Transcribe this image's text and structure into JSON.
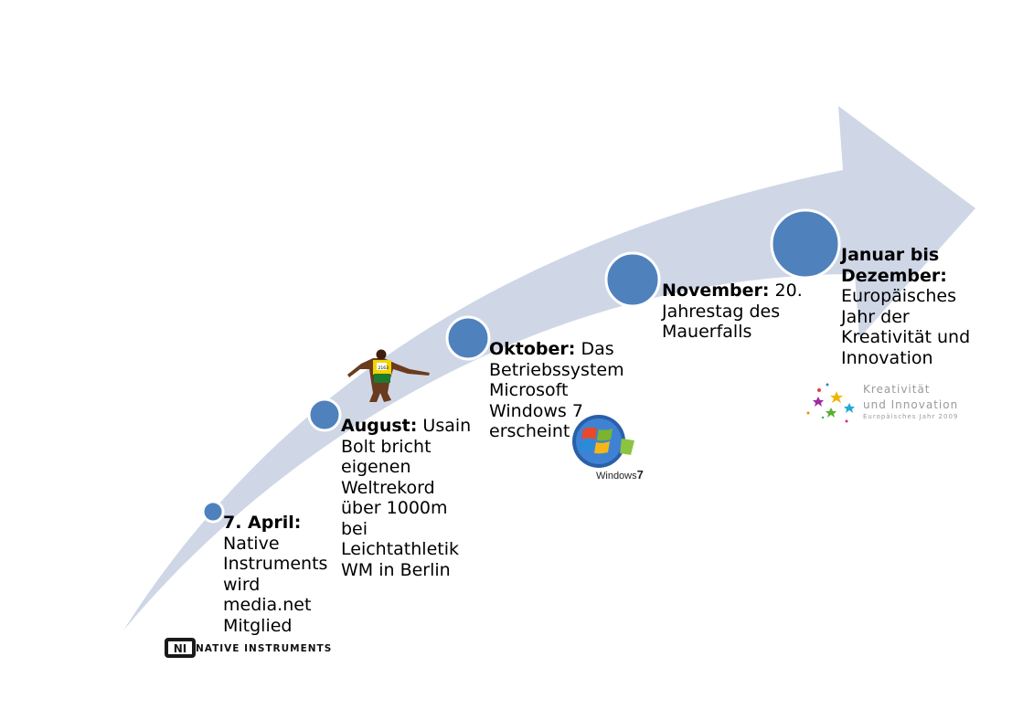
{
  "milestones": [
    {
      "head": "7. April:",
      "text": "Native Instruments wird media.net Mitglied"
    },
    {
      "head": "August:",
      "text": "Usain Bolt bricht eigenen Weltrekord über 1000m bei Leichtathletik WM in Berlin"
    },
    {
      "head": "Oktober:",
      "text": "Das Betriebssystem Microsoft Windows 7 erscheint"
    },
    {
      "head": "November:",
      "text": "20. Jahrestag des Mauerfalls"
    },
    {
      "head": "Januar bis Dezember:",
      "text": "Europäisches Jahr der Kreativität und Innovation"
    }
  ],
  "logos": {
    "ni_mark": "NI",
    "ni_text": "NATIVE INSTRUMENTS",
    "windows_text": "Windows",
    "windows_version": "7",
    "kreativitaet_line1": "Kreativität",
    "kreativitaet_line2": "und Innovation",
    "kreativitaet_line3": "Europäisches Jahr 2009",
    "athlete_bib": "2163"
  },
  "colors": {
    "arrow": "#cfd6e6",
    "circle_fill": "#4f81bd",
    "circle_stroke": "#ffffff"
  }
}
